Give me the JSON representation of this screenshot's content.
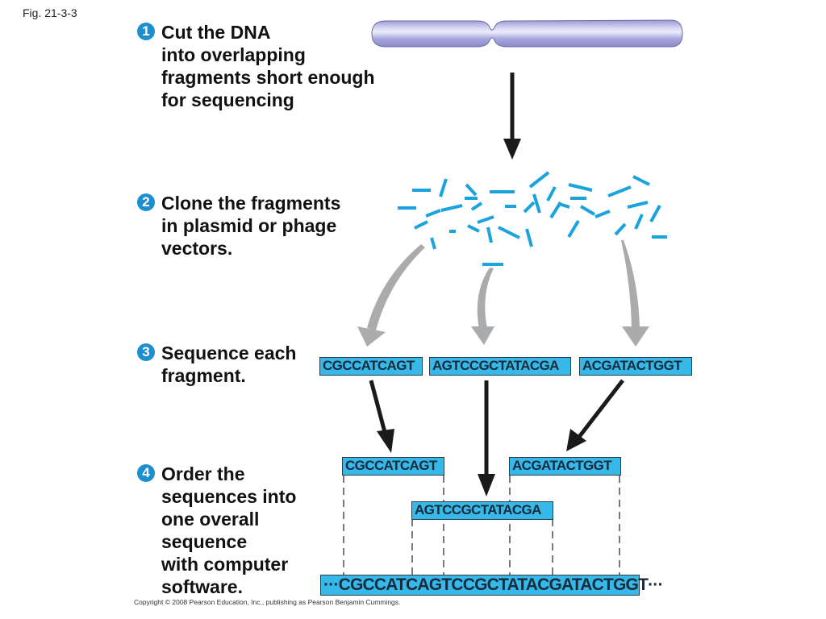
{
  "figure_label": "Fig. 21-3-3",
  "steps": [
    {
      "number": "1",
      "text": "Cut the DNA\ninto overlapping\nfragments short enough\nfor sequencing"
    },
    {
      "number": "2",
      "text": "Clone the fragments\nin plasmid or phage\nvectors."
    },
    {
      "number": "3",
      "text": "Sequence each\nfragment."
    },
    {
      "number": "4",
      "text": "Order the\nsequences into\none overall\nsequence\nwith computer\nsoftware."
    }
  ],
  "fragment_sequences": [
    "CGCCATCAGT",
    "AGTCCGCTATACGA",
    "ACGATACTGGT"
  ],
  "ordered_sequences": {
    "left": "CGCCATCAGT",
    "middle": "AGTCCGCTATACGA",
    "right": "ACGATACTGGT"
  },
  "overall_sequence": "···CGCCATCAGTCCGCTATACGATACTGGT···",
  "copyright": "Copyright © 2008 Pearson Education, Inc., publishing as Pearson Benjamin Cummings.",
  "colors": {
    "chromosome": "#a8a8e0",
    "fragment": "#1aa3dc",
    "sequence_box": "#36b8e8",
    "step_badge": "#1d8fcf",
    "gray_arrow": "#a9abad",
    "black_arrow": "#1a1a1a"
  }
}
